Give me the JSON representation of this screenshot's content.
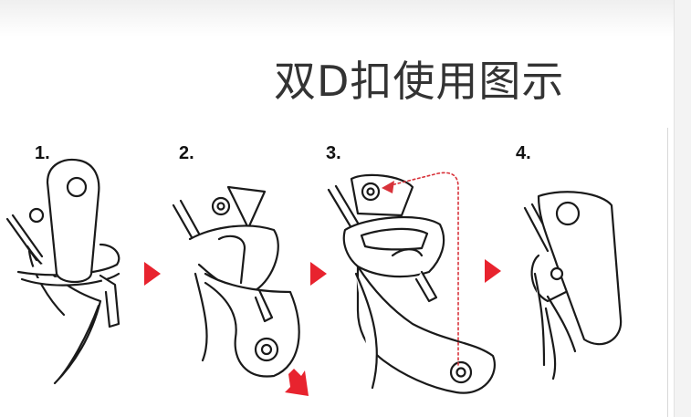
{
  "title": "双D扣使用图示",
  "steps": [
    {
      "label": "1."
    },
    {
      "label": "2."
    },
    {
      "label": "3."
    },
    {
      "label": "4."
    }
  ],
  "colors": {
    "arrow": "#e8232e",
    "line": "#1a1a1a",
    "dotted_path": "#d8323a"
  },
  "icons": [
    "next-arrow-icon",
    "pull-arrow-icon",
    "dotted-route-arrow-icon"
  ]
}
